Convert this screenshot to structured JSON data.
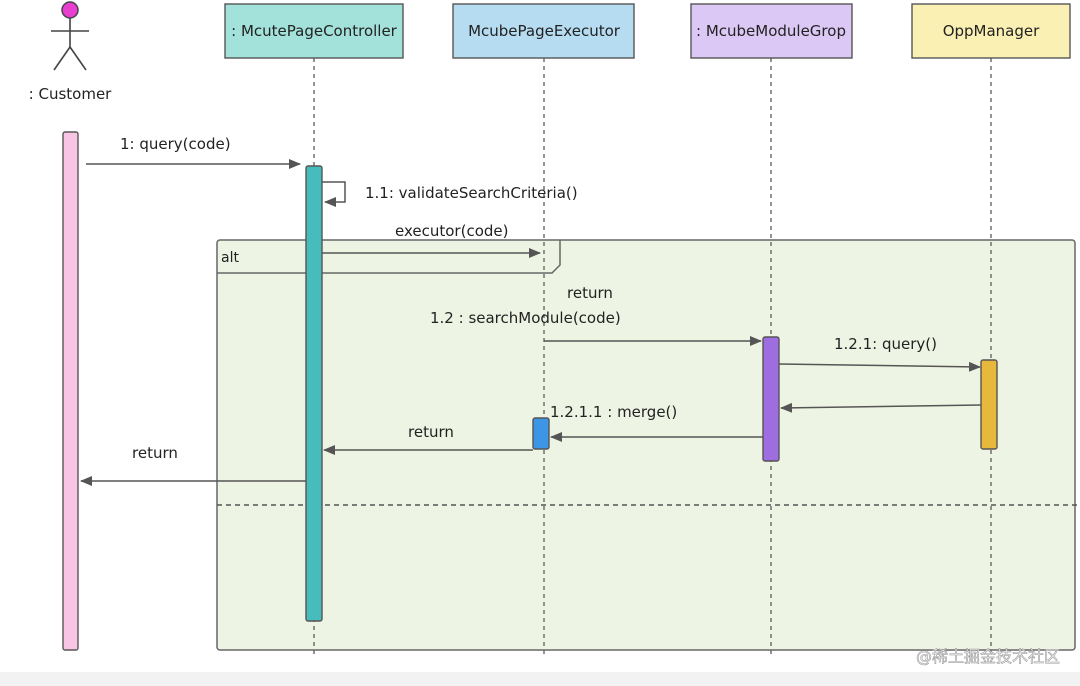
{
  "actor": {
    "label": ": Customer",
    "head_color": "#e83fd1",
    "bar_color": "#f8c6e4"
  },
  "participants": [
    {
      "id": "controller",
      "label": ": McutePageController",
      "fill": "#a3e2da",
      "activation_color": "#47bcbc"
    },
    {
      "id": "executor",
      "label": "McubePageExecutor",
      "fill": "#b6dcf2",
      "activation_color": "#3d95e6"
    },
    {
      "id": "group",
      "label": ": McubeModuleGrop",
      "fill": "#dcc8f4",
      "activation_color": "#9e6de0"
    },
    {
      "id": "opp",
      "label": "OppManager",
      "fill": "#faf0b4",
      "activation_color": "#e8b83d"
    }
  ],
  "fragment": {
    "operator": "alt",
    "fill": "#eef4e3"
  },
  "messages": [
    {
      "label": "1: query(code)"
    },
    {
      "label": "1.1: validateSearchCriteria()"
    },
    {
      "label": "executor(code)"
    },
    {
      "label": "return"
    },
    {
      "label": "1.2 : searchModule(code)"
    },
    {
      "label": "1.2.1: query()"
    },
    {
      "label": "1.2.1.1 : merge()"
    },
    {
      "label": "return"
    },
    {
      "label": "return"
    }
  ],
  "watermark": "@稀土掘金技术社区"
}
